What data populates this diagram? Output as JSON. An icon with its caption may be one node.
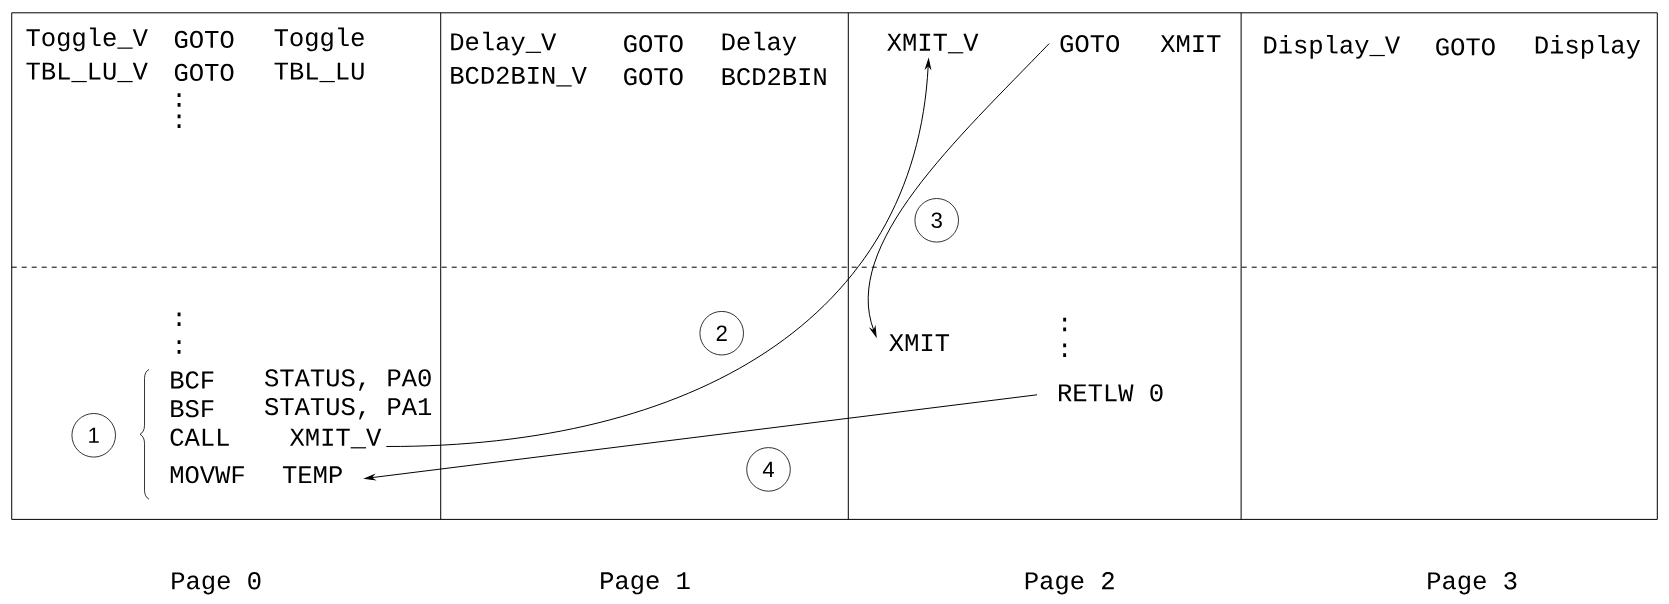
{
  "diagram": {
    "nodes": [
      {
        "text": [
          "CALL",
          "XMIT_V"
        ]
      },
      {
        "text": [
          "MOVWF",
          "TEMP"
        ]
      },
      {
        "text": [
          "XMIT_V"
        ]
      },
      {
        "text": [
          "GOTO",
          "XMIT"
        ]
      },
      {
        "text": [
          "XMIT"
        ]
      },
      {
        "text": [
          "RETLW 0"
        ]
      }
    ],
    "edges": [
      {
        "from": 0,
        "to": 2,
        "arrow": "to"
      },
      {
        "from": 3,
        "to": 4,
        "arrow": "to"
      },
      {
        "from": 5,
        "to": 1,
        "arrow": "to"
      }
    ],
    "labels": [
      "Toggle_V",
      "GOTO",
      "Toggle",
      "Delay_V",
      "GOTO",
      "Delay",
      "Display_V",
      "GOTO",
      "Display",
      "TBL_LU_V",
      "GOTO",
      "TBL_LU",
      "BCD2BIN_V",
      "GOTO",
      "BCD2BIN",
      ":",
      ":",
      "3",
      ":",
      ":",
      "2",
      ":",
      ":",
      "BCF",
      "STATUS, PA0",
      "BSF",
      "STATUS, PA1",
      "1",
      "4",
      "Page 0",
      "Page 1",
      "Page 2",
      "Page 3"
    ]
  }
}
